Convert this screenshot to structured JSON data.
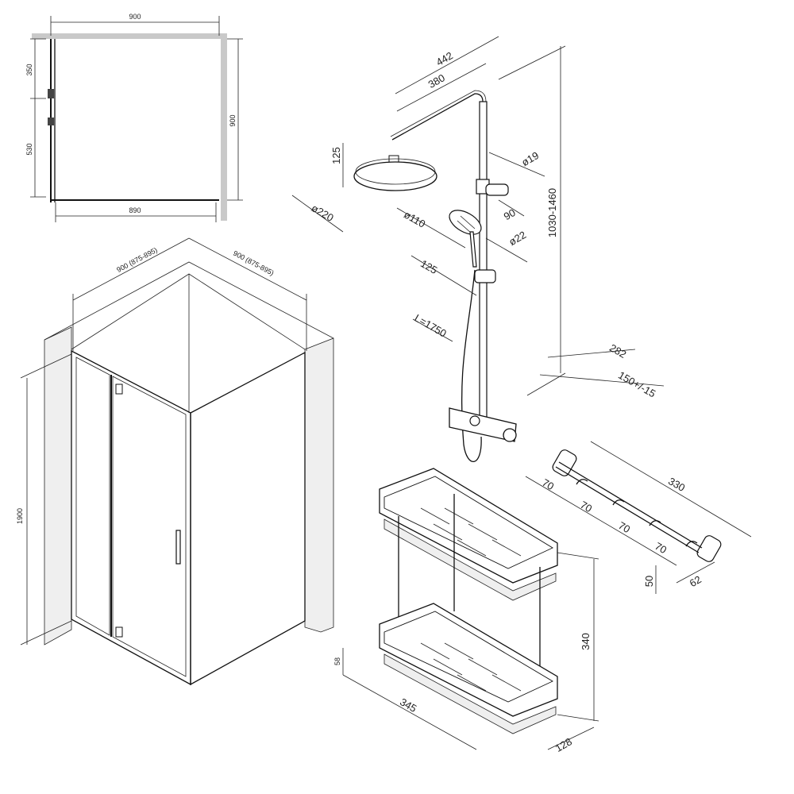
{
  "plan_view": {
    "top_width": "900",
    "bottom_width": "890",
    "right_depth": "900",
    "left_upper": "350",
    "left_lower": "530"
  },
  "enclosure_view": {
    "width_front": "900 (875-895)",
    "width_side": "900 (875-895)",
    "height": "1900"
  },
  "shower_system": {
    "overall_reach": "442",
    "arm_reach": "380",
    "head_height": "125",
    "head_diameter": "ø220",
    "pipe_diameter": "ø19",
    "clamp_offset": "90",
    "hand_shower_diameter": "ø110",
    "holder_diameter": "ø22",
    "hand_shower_length": "125",
    "height_range": "1030-1460",
    "hose_length": "L=1750",
    "mixer_depth": "282",
    "mixer_centers": "150+/-15"
  },
  "hook_rail": {
    "length": "330",
    "spacing_1": "70",
    "spacing_2": "70",
    "spacing_3": "70",
    "spacing_4": "70",
    "height": "50",
    "depth": "62"
  },
  "shelf": {
    "height": "340",
    "tier_height": "58",
    "width": "345",
    "depth": "128"
  },
  "colors": {
    "line": "#111111",
    "wall": "#c9c9c9",
    "background": "#ffffff"
  }
}
